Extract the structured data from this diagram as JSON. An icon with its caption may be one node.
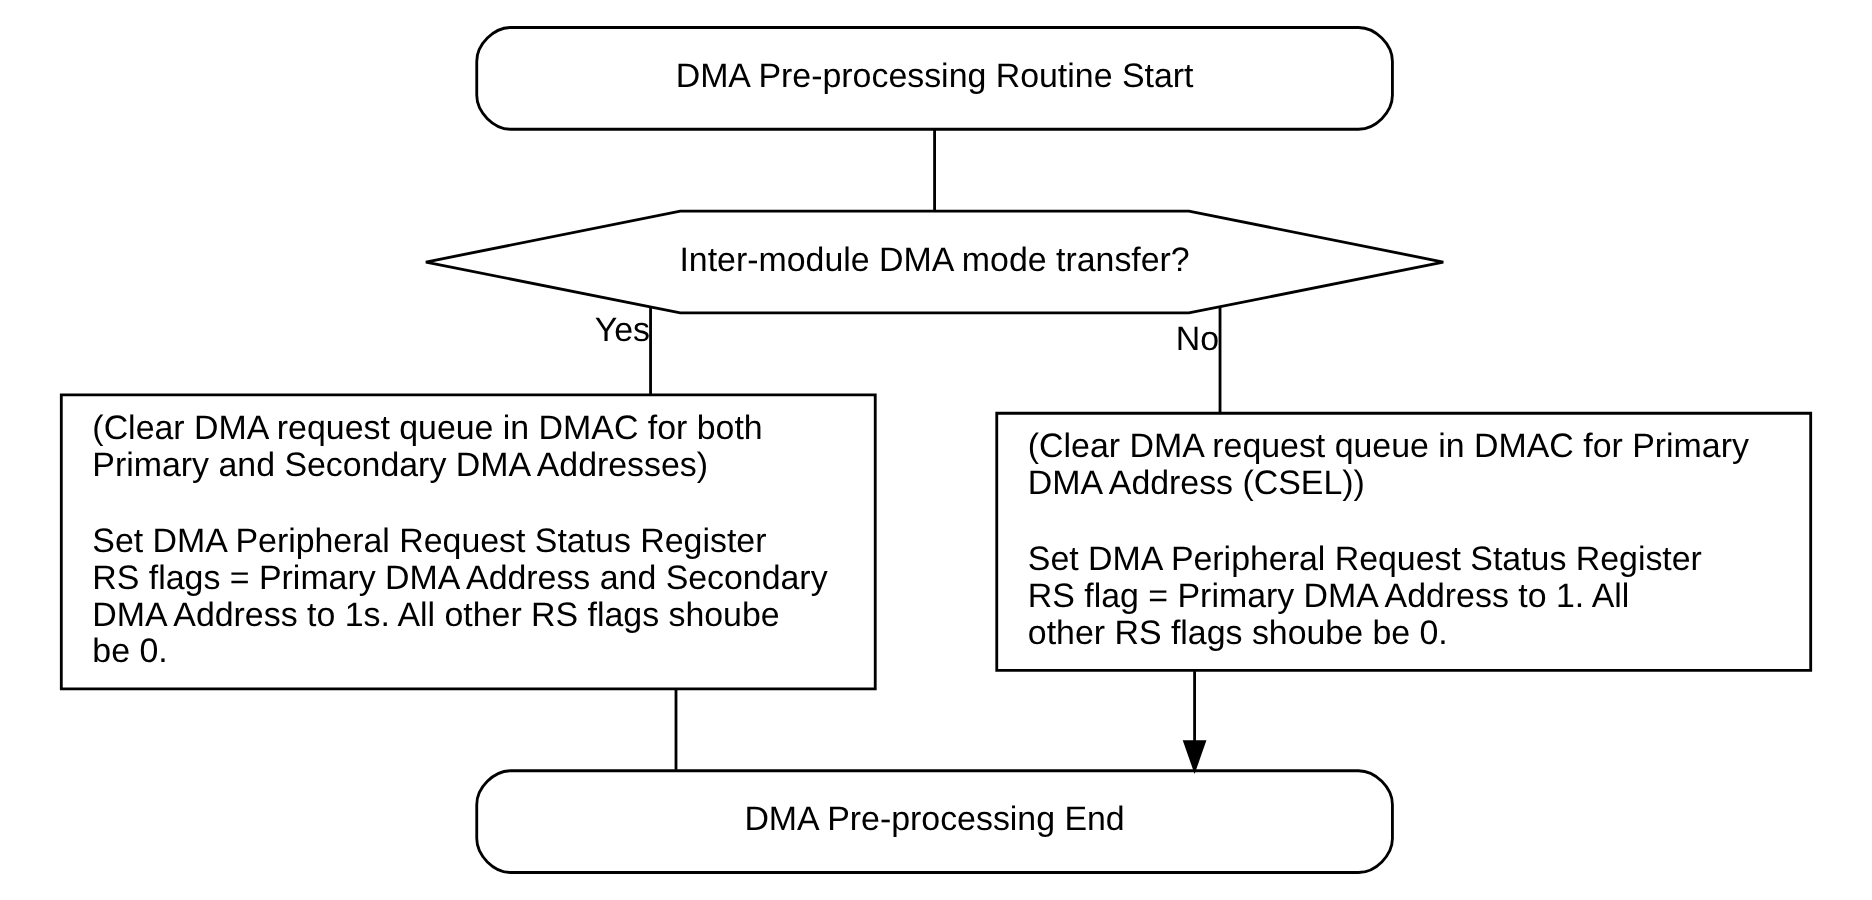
{
  "diagram": {
    "nodes": [
      {
        "text": [
          "DMA Pre-processing Routine Start"
        ]
      },
      {
        "text": [
          "Inter-module DMA mode transfer?"
        ]
      },
      {
        "text": [
          "(Clear DMA request queue in DMAC for both Primary and Secondary DMA Addresses)",
          "Set DMA Peripheral Request Status Register RS flags = Primary DMA Address and Secondary DMA Address to 1s. All other RS flags shoube be 0."
        ]
      },
      {
        "text": [
          "(Clear DMA request queue in DMAC for Primary DMA Address (CSEL))",
          "Set DMA Peripheral Request Status Register RS flag = Primary DMA Address to 1. All other RS flags shoube be 0."
        ]
      },
      {
        "text": [
          "DMA Pre-processing End"
        ]
      }
    ],
    "edges": [
      {
        "from": 0,
        "to": 1,
        "arrow": "none"
      },
      {
        "from": 1,
        "to": 2,
        "arrow": "none",
        "label": "Yes"
      },
      {
        "from": 1,
        "to": 3,
        "arrow": "none",
        "label": "No"
      },
      {
        "from": 2,
        "to": 4,
        "arrow": "none"
      },
      {
        "from": 3,
        "to": 4,
        "arrow": "to"
      }
    ]
  }
}
